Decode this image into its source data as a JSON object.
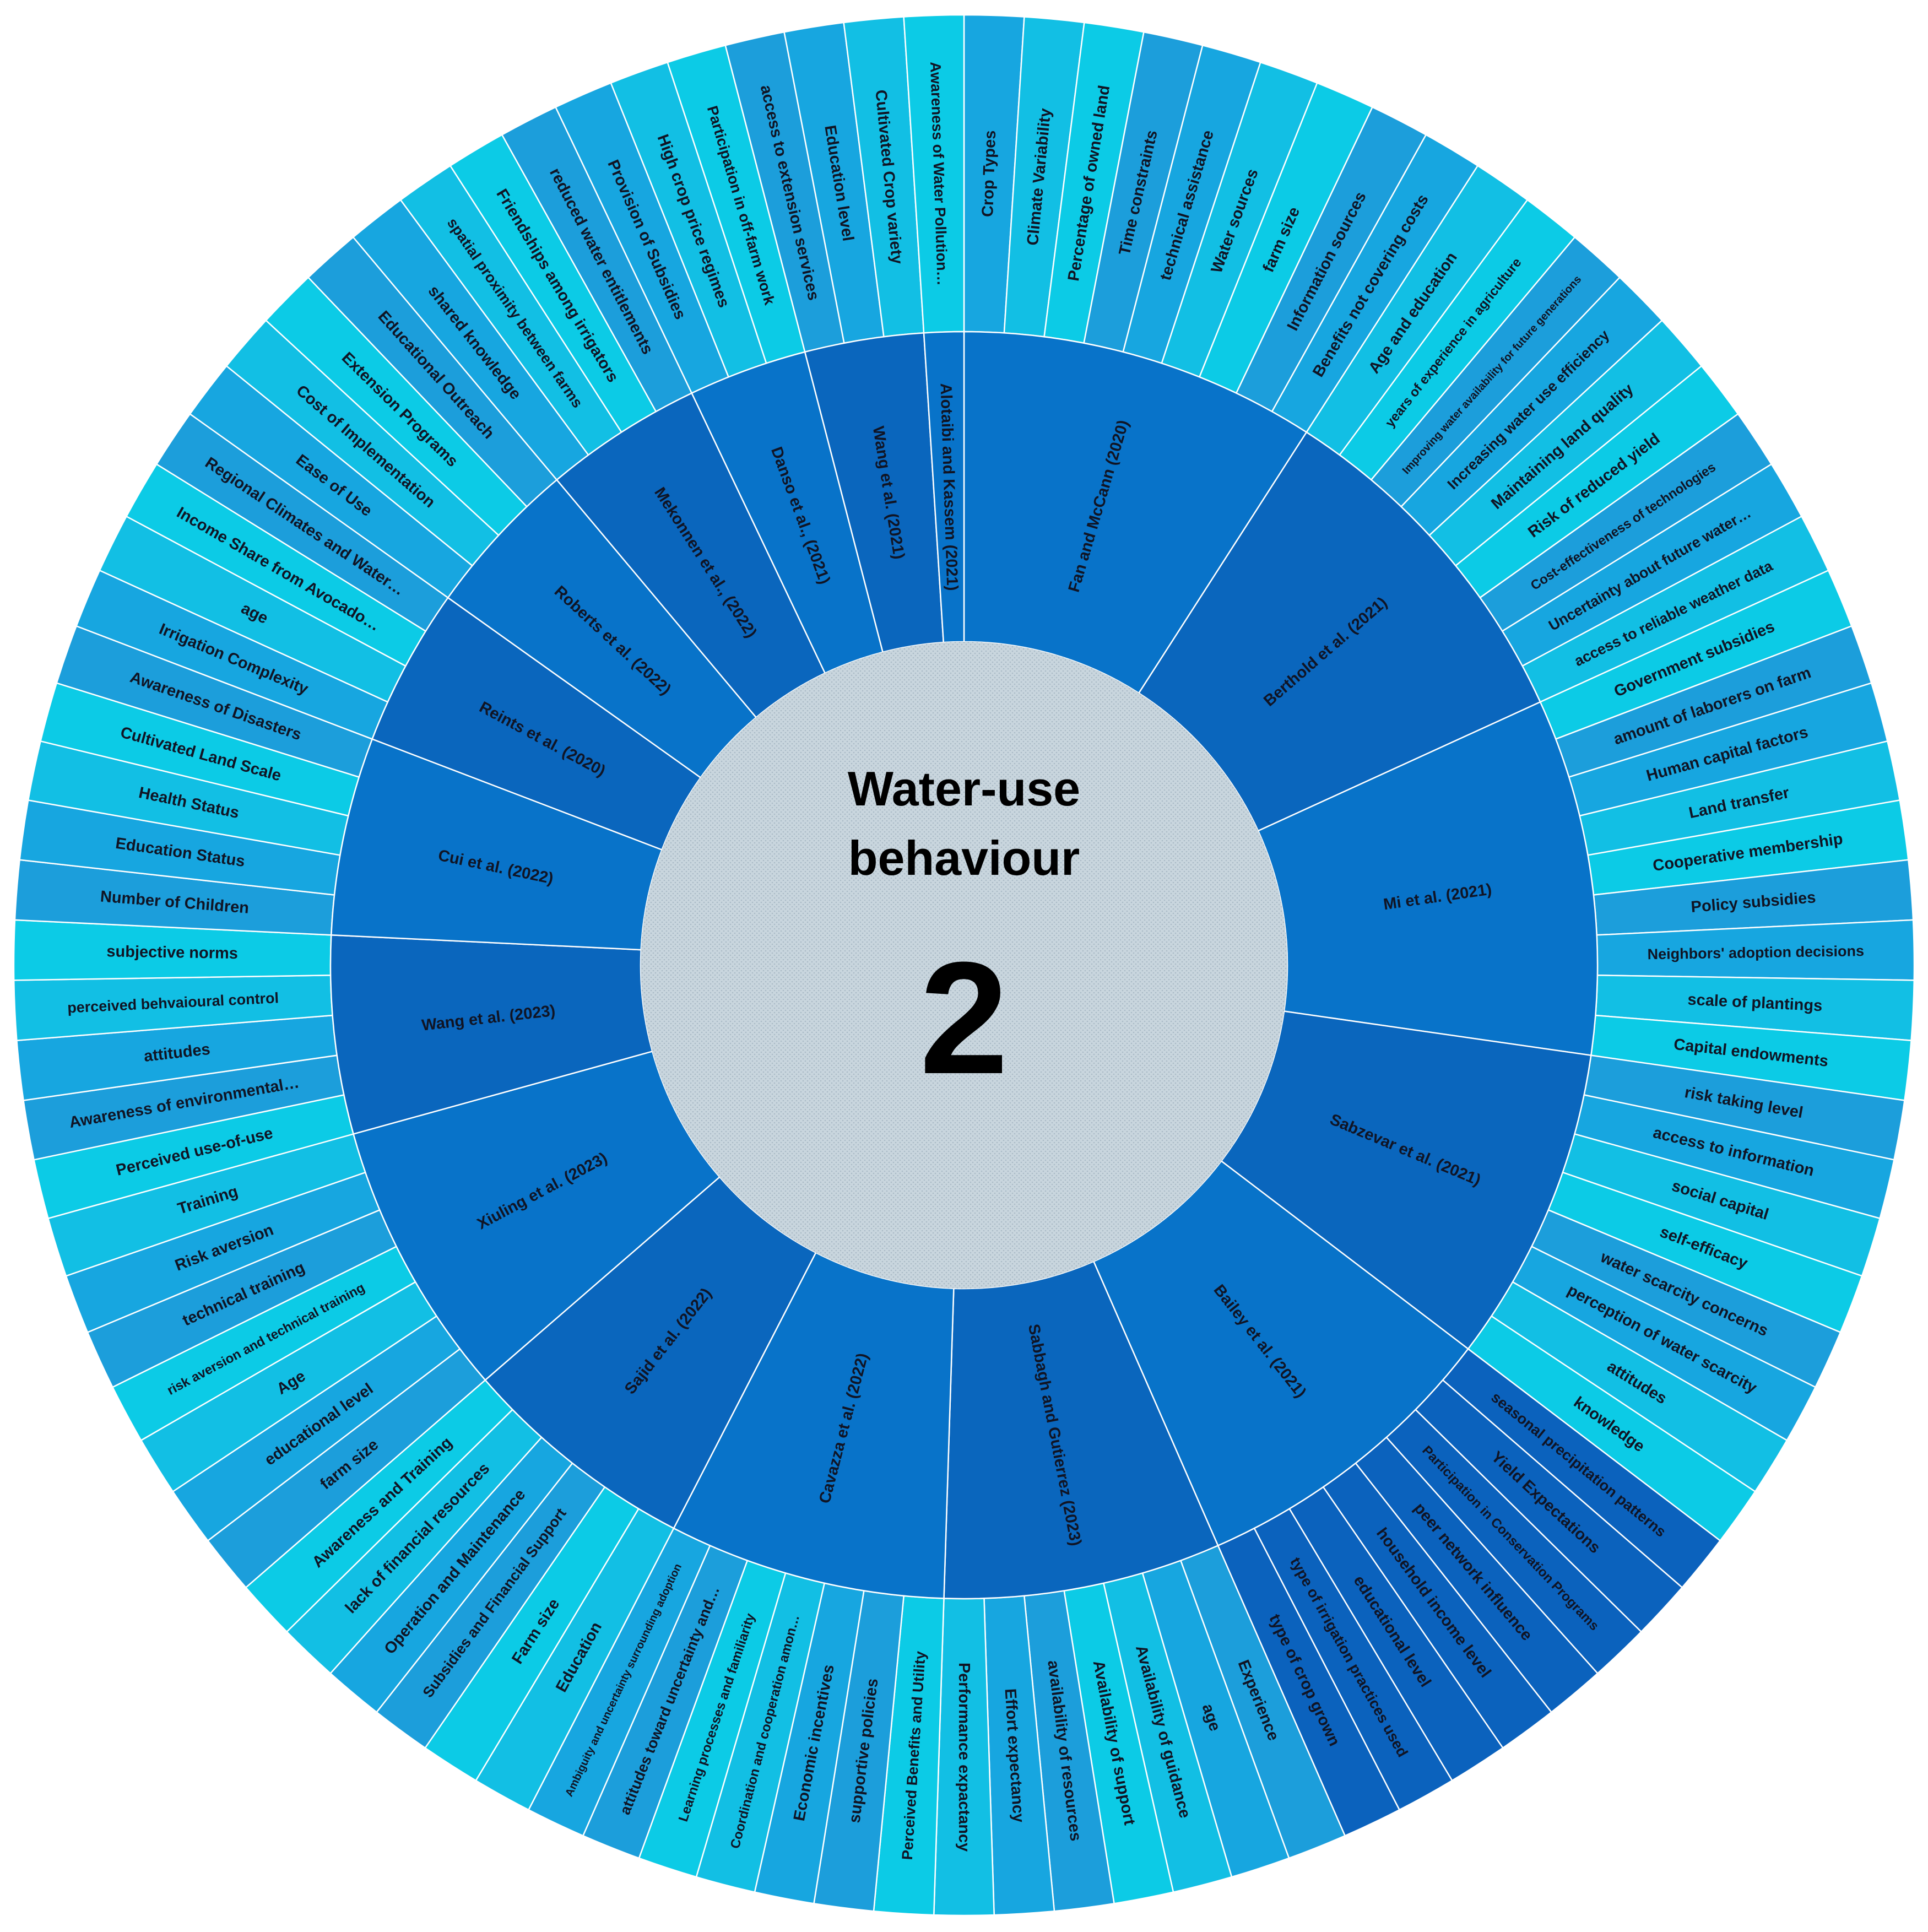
{
  "center": {
    "title_line1": "Water-use",
    "title_line2": "behaviour",
    "number": "2"
  },
  "colors": {
    "inner_ring": "#0873c9",
    "inner_ring_dark": "#0a66bd",
    "outer_palette": [
      "#17a6e0",
      "#12bfe4",
      "#0ccbe6",
      "#1c9edb"
    ],
    "outer_bailey": "#0b62bd",
    "center_fill": "#c6d4dc",
    "separator": "#ffffff"
  },
  "studies": [
    {
      "label": "Fan and McCann (2020)",
      "factors": [
        "Crop Types",
        "Climate Variability",
        "Percentage of owned land",
        "Time constraints",
        "technical assistance",
        "Water sources",
        "farm size",
        "Information sources",
        "Benefits not covering costs"
      ]
    },
    {
      "label": "Berthold et al. (2021)",
      "factors": [
        "Age and education",
        "years of experience in agriculture",
        "Improving water availability for future generations",
        "Increasing water use efficiency",
        "Maintaining land quality",
        "Risk of reduced yield",
        "Cost-effectiveness of technologies",
        "Uncertainty about future water…",
        "access to reliable weather data"
      ]
    },
    {
      "label": "Mi et al. (2021)",
      "factors": [
        "Government subsidies",
        "amount of laborers on farm",
        "Human capital factors",
        "Land transfer",
        "Cooperative membership",
        "Policy subsidies",
        "Neighbors' adoption decisions",
        "scale of plantings",
        "Capital endowments"
      ]
    },
    {
      "label": "Sabzevar et al. (2021)",
      "factors": [
        "risk taking level",
        "access to information",
        "social capital",
        "self-efficacy",
        "water scarcity concerns",
        "perception of water scarcity",
        "attitudes",
        "knowledge"
      ]
    },
    {
      "label": "Bailey et al. (2021)",
      "factors": [
        "seasonal precipitation patterns",
        "Yield Expectations",
        "Participation in Conservation Programs",
        "peer network influence",
        "household income level",
        "educational level",
        "type of irrigation practices used",
        "type of crop grown"
      ]
    },
    {
      "label": "Sabbagh and Gutierrez (2023)",
      "factors": [
        "Experience",
        "age",
        "Availability of guidance",
        "Availability of support",
        "availability of resources",
        "Effort expectancy",
        "Performance expactancy"
      ]
    },
    {
      "label": "Cavazza et al. (2022)",
      "factors": [
        "Perceived Benefits and Utility",
        "supportive policies",
        "Economic incentives",
        "Coordination and cooperation amon…",
        "Learning processes and familiarity",
        "attitudes toward uncertainty and…",
        "Ambiguity and uncertainty surrounding adoption"
      ]
    },
    {
      "label": "Sajid et al. (2022)",
      "factors": [
        "Education",
        "Farm size",
        "Subsidies and Financial Support",
        "Operation and Maintenance",
        "lack of financial resources",
        "Awareness and Training"
      ]
    },
    {
      "label": "Xiuling et al. (2023)",
      "factors": [
        "farm size",
        "educational level",
        "Age",
        "risk aversion and technical training",
        "technical training",
        "Risk aversion",
        "Training"
      ]
    },
    {
      "label": "Wang et al. (2023)",
      "factors": [
        "Perceived use-of-use",
        "Awareness of environmental…",
        "attitudes",
        "perceived behvaioural control",
        "subjective norms"
      ]
    },
    {
      "label": "Cui et al. (2022)",
      "factors": [
        "Number of Children",
        "Education Status",
        "Health Status",
        "Cultivated Land Scale",
        "Awareness of Disasters"
      ]
    },
    {
      "label": "Reints et al. (2020)",
      "factors": [
        "Irrigation Complexity",
        "age",
        "Income Share from Avocado…",
        "Regional Climates and Water…"
      ]
    },
    {
      "label": "Roberts et al. (2022)",
      "factors": [
        "Ease of Use",
        "Cost of Implementation",
        "Extension Programs",
        "Educational Outreach"
      ]
    },
    {
      "label": "Mekonnen et al., (2022)",
      "factors": [
        "shared knowledge",
        "spatial proximity between farms",
        "Friendships among irrigators",
        "reduced water entitlements"
      ]
    },
    {
      "label": "Danso et al., (2021)",
      "factors": [
        "Provision of Subsidies",
        "High crop price regimes",
        "Participation in off-farm work"
      ]
    },
    {
      "label": "Wang et al. (2021)",
      "factors": [
        "access to extension services",
        "Education  level",
        "Cultivated Crop variety"
      ]
    },
    {
      "label": "Alotaibi and Kassem (2021)",
      "factors": [
        "Awareness of Water Pollution…"
      ]
    }
  ]
}
